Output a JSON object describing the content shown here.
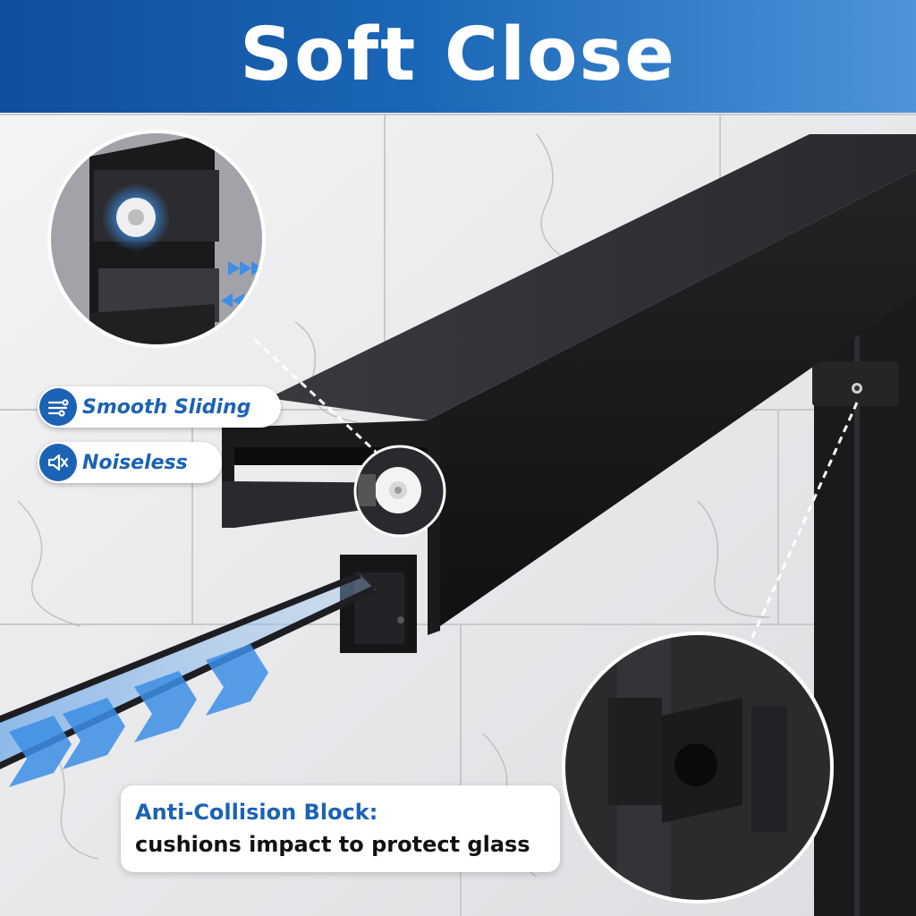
{
  "banner": {
    "title": "Soft Close",
    "color_left": "#0f4e9c",
    "color_right": "#4d94d8"
  },
  "features": [
    {
      "label": "Smooth Sliding",
      "icon": "slide-flow-icon"
    },
    {
      "label": "Noiseless",
      "icon": "speaker-mute-icon"
    }
  ],
  "callout": {
    "heading": "Anti-Collision Block:",
    "body": "cushions impact to protect glass"
  },
  "colors": {
    "accent": "#1c62b5",
    "frame": "#1b1b1d",
    "arrows": "#3d8ee6"
  }
}
